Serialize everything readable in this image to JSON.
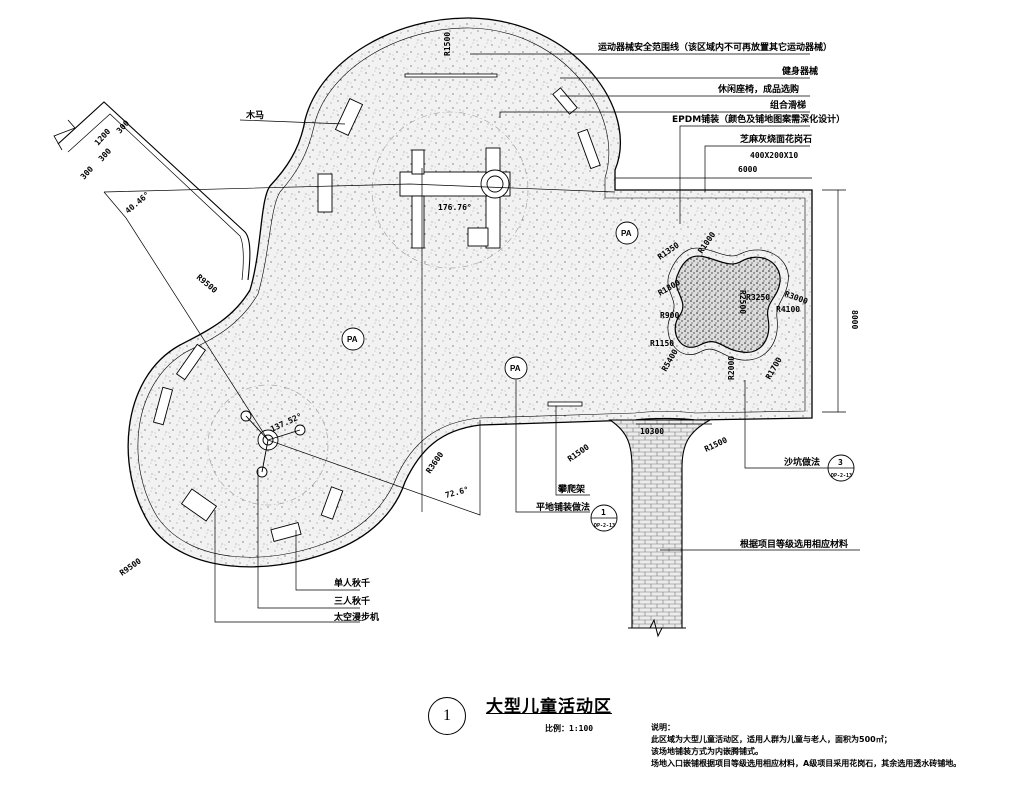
{
  "drawing": {
    "title": "大型儿童活动区",
    "scale": "比例：1:100",
    "number": "1",
    "notes": {
      "heading": "说明：",
      "lines": [
        "此区域为大型儿童活动区，适用人群为儿童与老人，面积为500㎡；",
        "该场地铺装方式为内嵌腾铺式。",
        "场地入口嵌铺根据项目等级选用相应材料，A级项目采用花岗石，其余选用透水砖铺地。"
      ]
    },
    "callouts": {
      "safety_line": "运动器械安全范围线（该区域内不可再放置其它运动器械）",
      "facility1": "健身器械",
      "facility2": "休闲座椅，成品选购",
      "combo": "组合滑梯",
      "epdm": "EPDM铺装（颜色及铺地图案需深化设计）",
      "curb": "芝麻灰烧面花岗石",
      "curb_size": "400X200X10",
      "horse": "木马",
      "single_swing": "单人秋千",
      "triple_swing": "三人秋千",
      "space_walker": "太空漫步机",
      "ladder": "攀爬架",
      "flat_edge": "平地铺装做法",
      "sand_edge": "沙坑做法",
      "entrance": "根据项目等级选用相应材料"
    },
    "pa_labels": [
      "PA",
      "PA",
      "PA"
    ],
    "dims": {
      "d1200": "1200",
      "d300": "300",
      "d300b": "300",
      "d300c": "300",
      "d9500": "R9500",
      "d6000": "6000",
      "d8000": "8000",
      "d10300": "10300",
      "r1500a": "R1500",
      "r1500b": "R1500",
      "r9500b": "R9500",
      "r3600": "R3600",
      "r1500c": "R1500",
      "r1350": "R1350",
      "r1150": "R1150",
      "r900": "R900",
      "r2500": "R2500",
      "r3250": "R3250",
      "r4100": "R4100",
      "r3000": "R3000",
      "r1800": "R1800",
      "r1000": "R1000",
      "r5400": "R5400",
      "r2000": "R2000",
      "r1700": "R1700",
      "a1": "176.76°",
      "a2": "137.52°",
      "a3": "72.6°",
      "a4": "40.46°"
    },
    "ref_tags": {
      "t1": "1",
      "t1sub": "DP-2-13",
      "t3": "3",
      "t3sub": "DP-2-13"
    }
  }
}
